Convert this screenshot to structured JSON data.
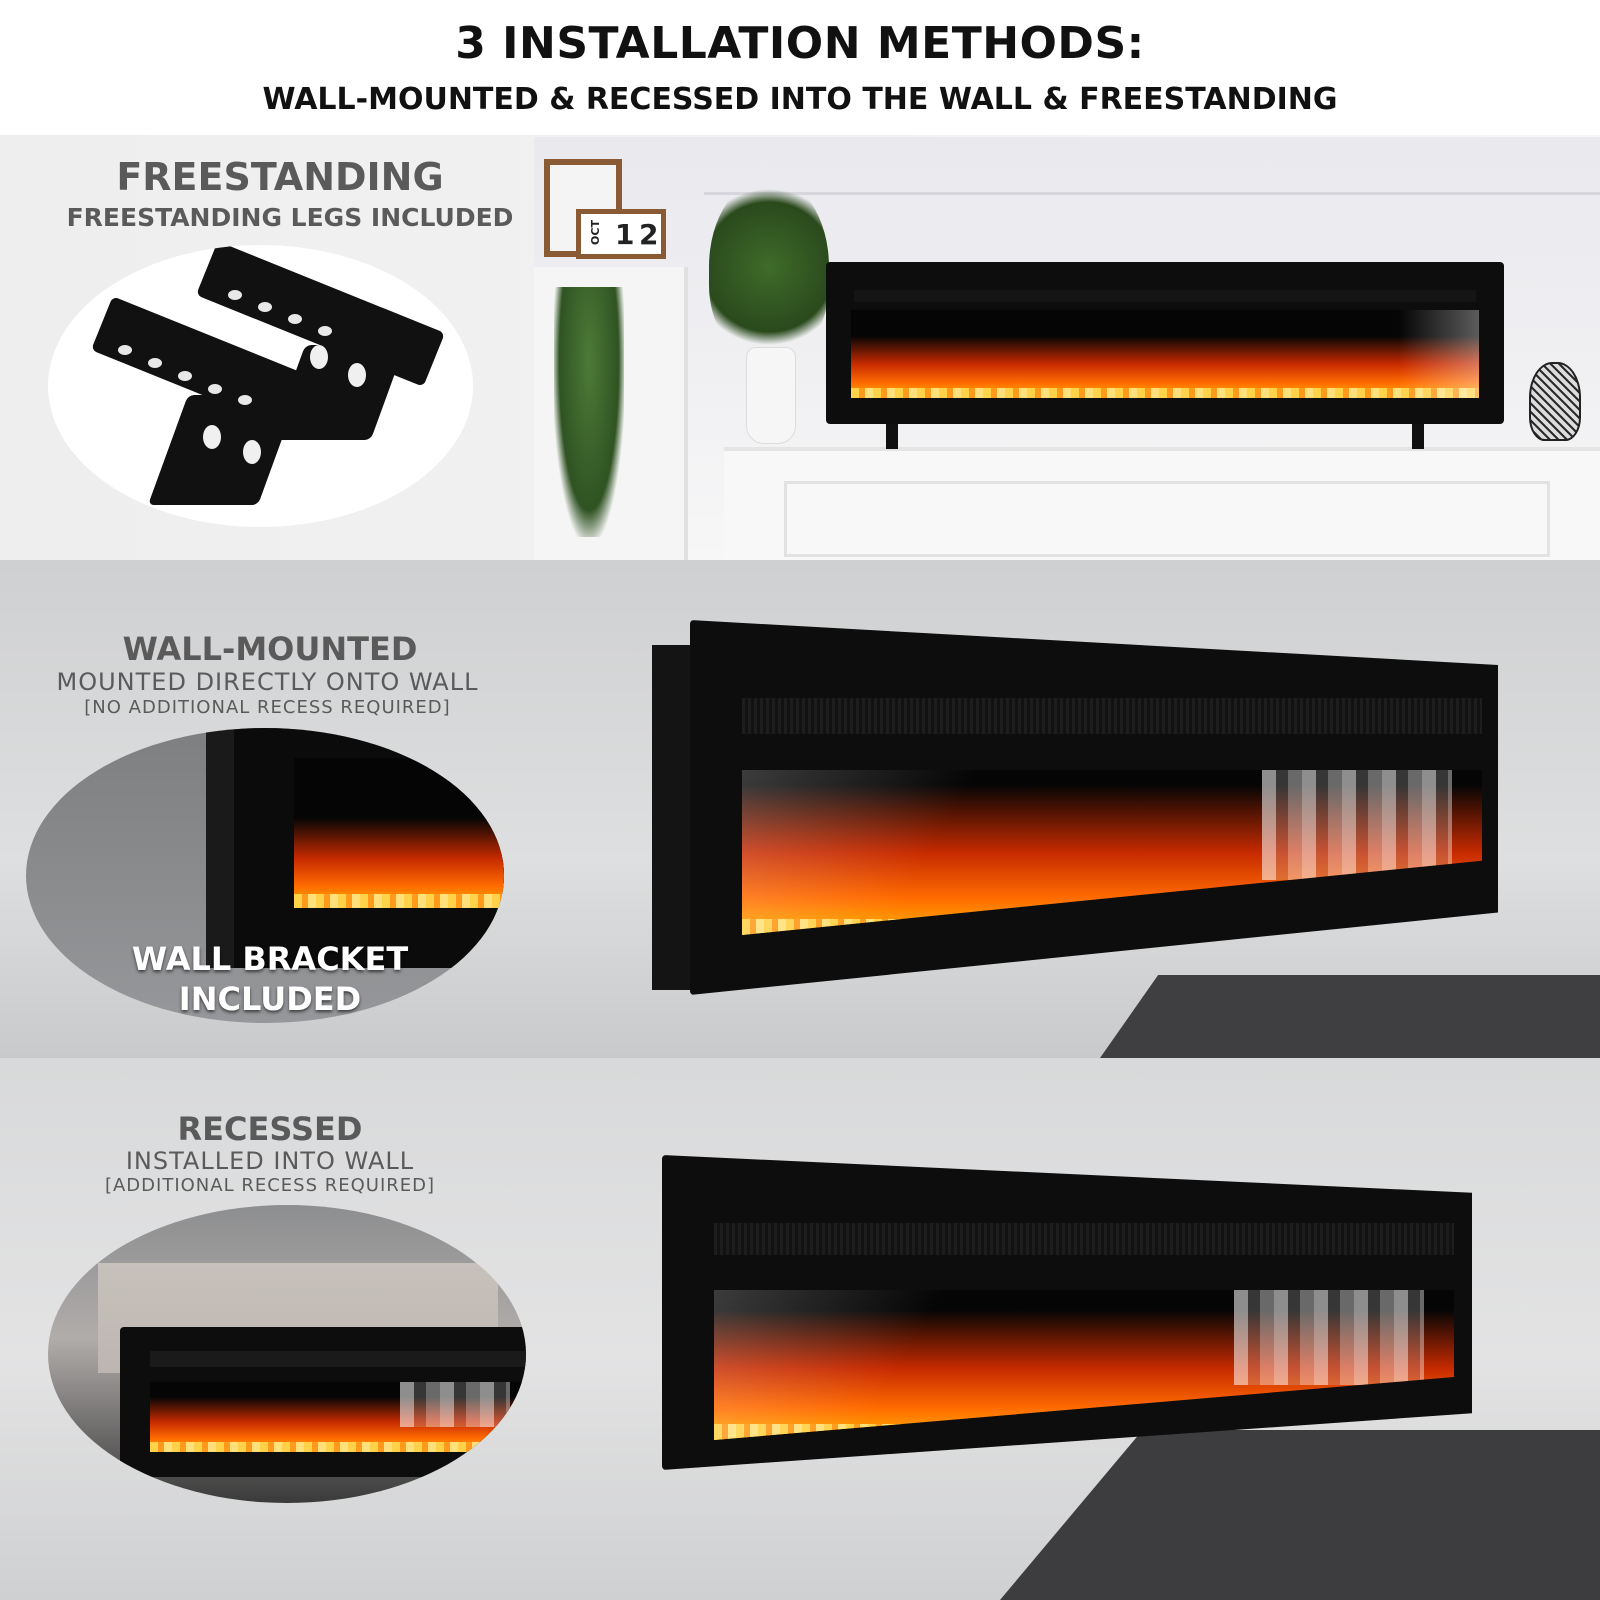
{
  "header": {
    "title": "3 INSTALLATION METHODS:",
    "subtitle": "WALL-MOUNTED & RECESSED INTO THE WALL & FREESTANDING"
  },
  "freestanding": {
    "title": "FREESTANDING",
    "subtitle": "FREESTANDING LEGS INCLUDED",
    "calendar_month": "OCT",
    "calendar_day_1": "1",
    "calendar_day_2": "2"
  },
  "wall_mounted": {
    "title": "WALL-MOUNTED",
    "subtitle": "MOUNTED DIRECTLY ONTO WALL",
    "note": "[NO ADDITIONAL RECESS REQUIRED]",
    "callout_line1": "WALL BRACKET",
    "callout_line2": "INCLUDED"
  },
  "recessed": {
    "title": "RECESSED",
    "subtitle": "INSTALLED INTO WALL",
    "note": "[ADDITIONAL RECESS REQUIRED]"
  },
  "colors": {
    "fireplace_body": "#0d0d0d",
    "flame_hot": "#ffb400",
    "flame_mid": "#ff6a00",
    "label_gray": "#5a5a5a"
  }
}
